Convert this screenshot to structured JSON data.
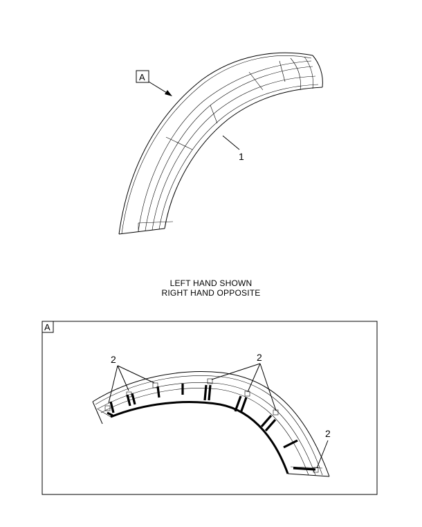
{
  "upper_view": {
    "view_flag_label": "A",
    "part_callout": "1"
  },
  "caption": {
    "line1": "LEFT HAND SHOWN",
    "line2": "RIGHT HAND OPPOSITE"
  },
  "detail_view": {
    "view_label": "A",
    "callouts": [
      "2",
      "2",
      "2"
    ]
  }
}
